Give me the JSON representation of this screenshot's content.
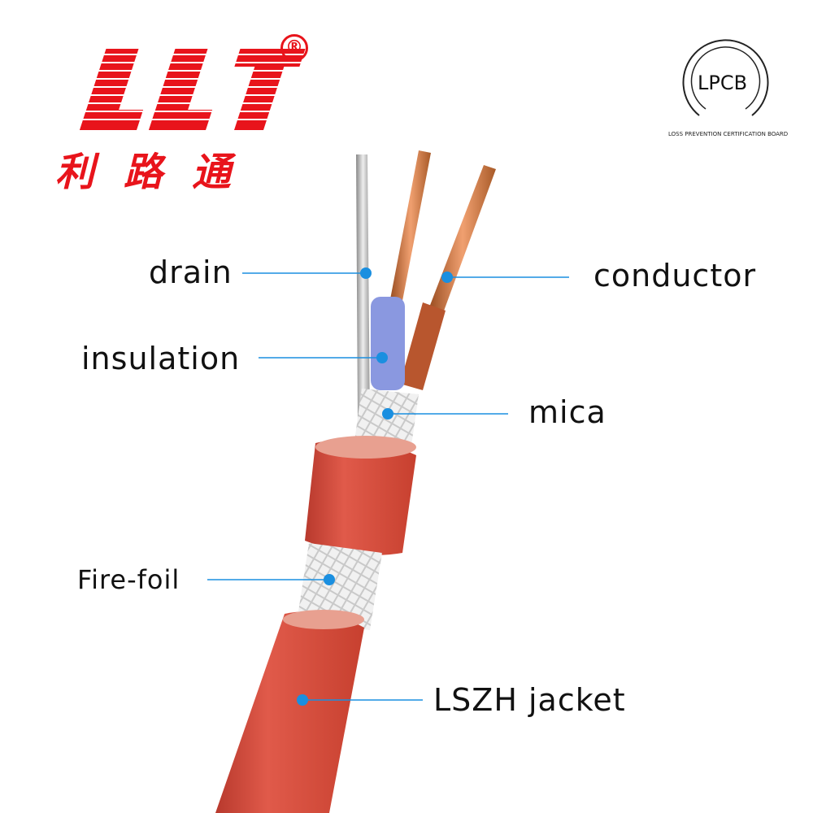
{
  "logo": {
    "letters": "LLT",
    "chinese": [
      "利",
      "路",
      "通"
    ],
    "registered": "®",
    "color": "#e8141b"
  },
  "certification": {
    "center": "LPCB",
    "ring_text": "LOSS PREVENTION CERTIFICATION BOARD"
  },
  "labels": {
    "drain": "drain",
    "conductor": "conductor",
    "insulation": "insulation",
    "mica": "mica",
    "fire_foil": "Fire-foil",
    "jacket": "LSZH jacket"
  },
  "colors": {
    "jacket": "#d8493b",
    "leader": "#1a8fe0",
    "copper": "#c8703a",
    "blue_insulation": "#8a98e0",
    "brown_insulation": "#b8562e"
  }
}
